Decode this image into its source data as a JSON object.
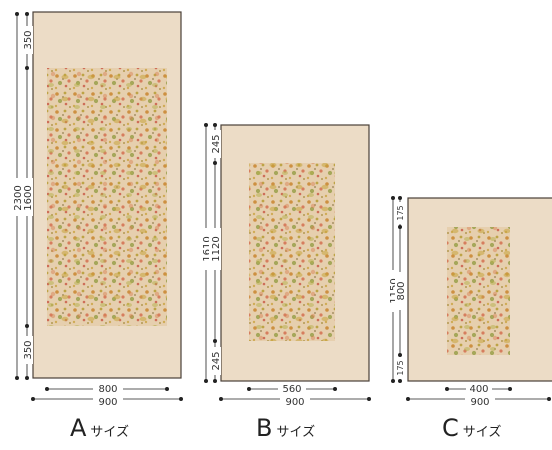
{
  "sizes": [
    {
      "key": "A",
      "letter": "A",
      "suffix": "サイズ",
      "total_height": "2300",
      "inner_height": "1600",
      "top_margin": "350",
      "bottom_margin": "350",
      "inner_width": "800",
      "total_width": "900"
    },
    {
      "key": "B",
      "letter": "B",
      "suffix": "サイズ",
      "total_height": "1610",
      "inner_height": "1120",
      "top_margin": "245",
      "bottom_margin": "245",
      "inner_width": "560",
      "total_width": "900"
    },
    {
      "key": "C",
      "letter": "C",
      "suffix": "サイズ",
      "total_height": "1150",
      "inner_height": "800",
      "top_margin": "175",
      "bottom_margin": "175",
      "inner_width": "400",
      "total_width": "900"
    }
  ],
  "colors": {
    "mount": "#ecdcc6",
    "mount_border": "#4a4038",
    "artwork_base": "#e7d2b1",
    "line": "#222222"
  }
}
